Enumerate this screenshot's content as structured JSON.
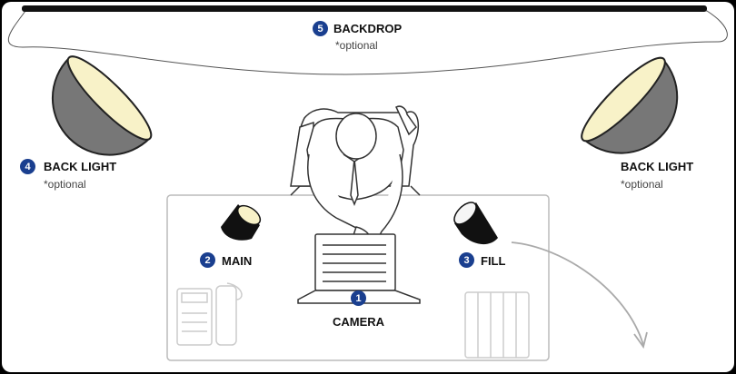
{
  "colors": {
    "badge": "#1a3f8f",
    "lamp_shell": "#777777",
    "lamp_light": "#f8f2c8",
    "key_lamp": "#111111",
    "outline": "#222222",
    "faint": "#cccccc"
  },
  "icons": [
    "backdrop-icon",
    "softbox-icon",
    "lamp-icon",
    "person-icon",
    "laptop-icon",
    "phone-icon",
    "folders-icon",
    "arrow-icon"
  ],
  "items": [
    {
      "number": "1",
      "label": "CAMERA"
    },
    {
      "number": "2",
      "label": "MAIN"
    },
    {
      "number": "3",
      "label": "FILL"
    },
    {
      "number": "4",
      "label": "BACK LIGHT",
      "note": "*optional"
    },
    {
      "number": "5",
      "label": "BACKDROP",
      "note": "*optional"
    }
  ],
  "right_back_light": {
    "label": "BACK LIGHT",
    "note": "*optional"
  }
}
